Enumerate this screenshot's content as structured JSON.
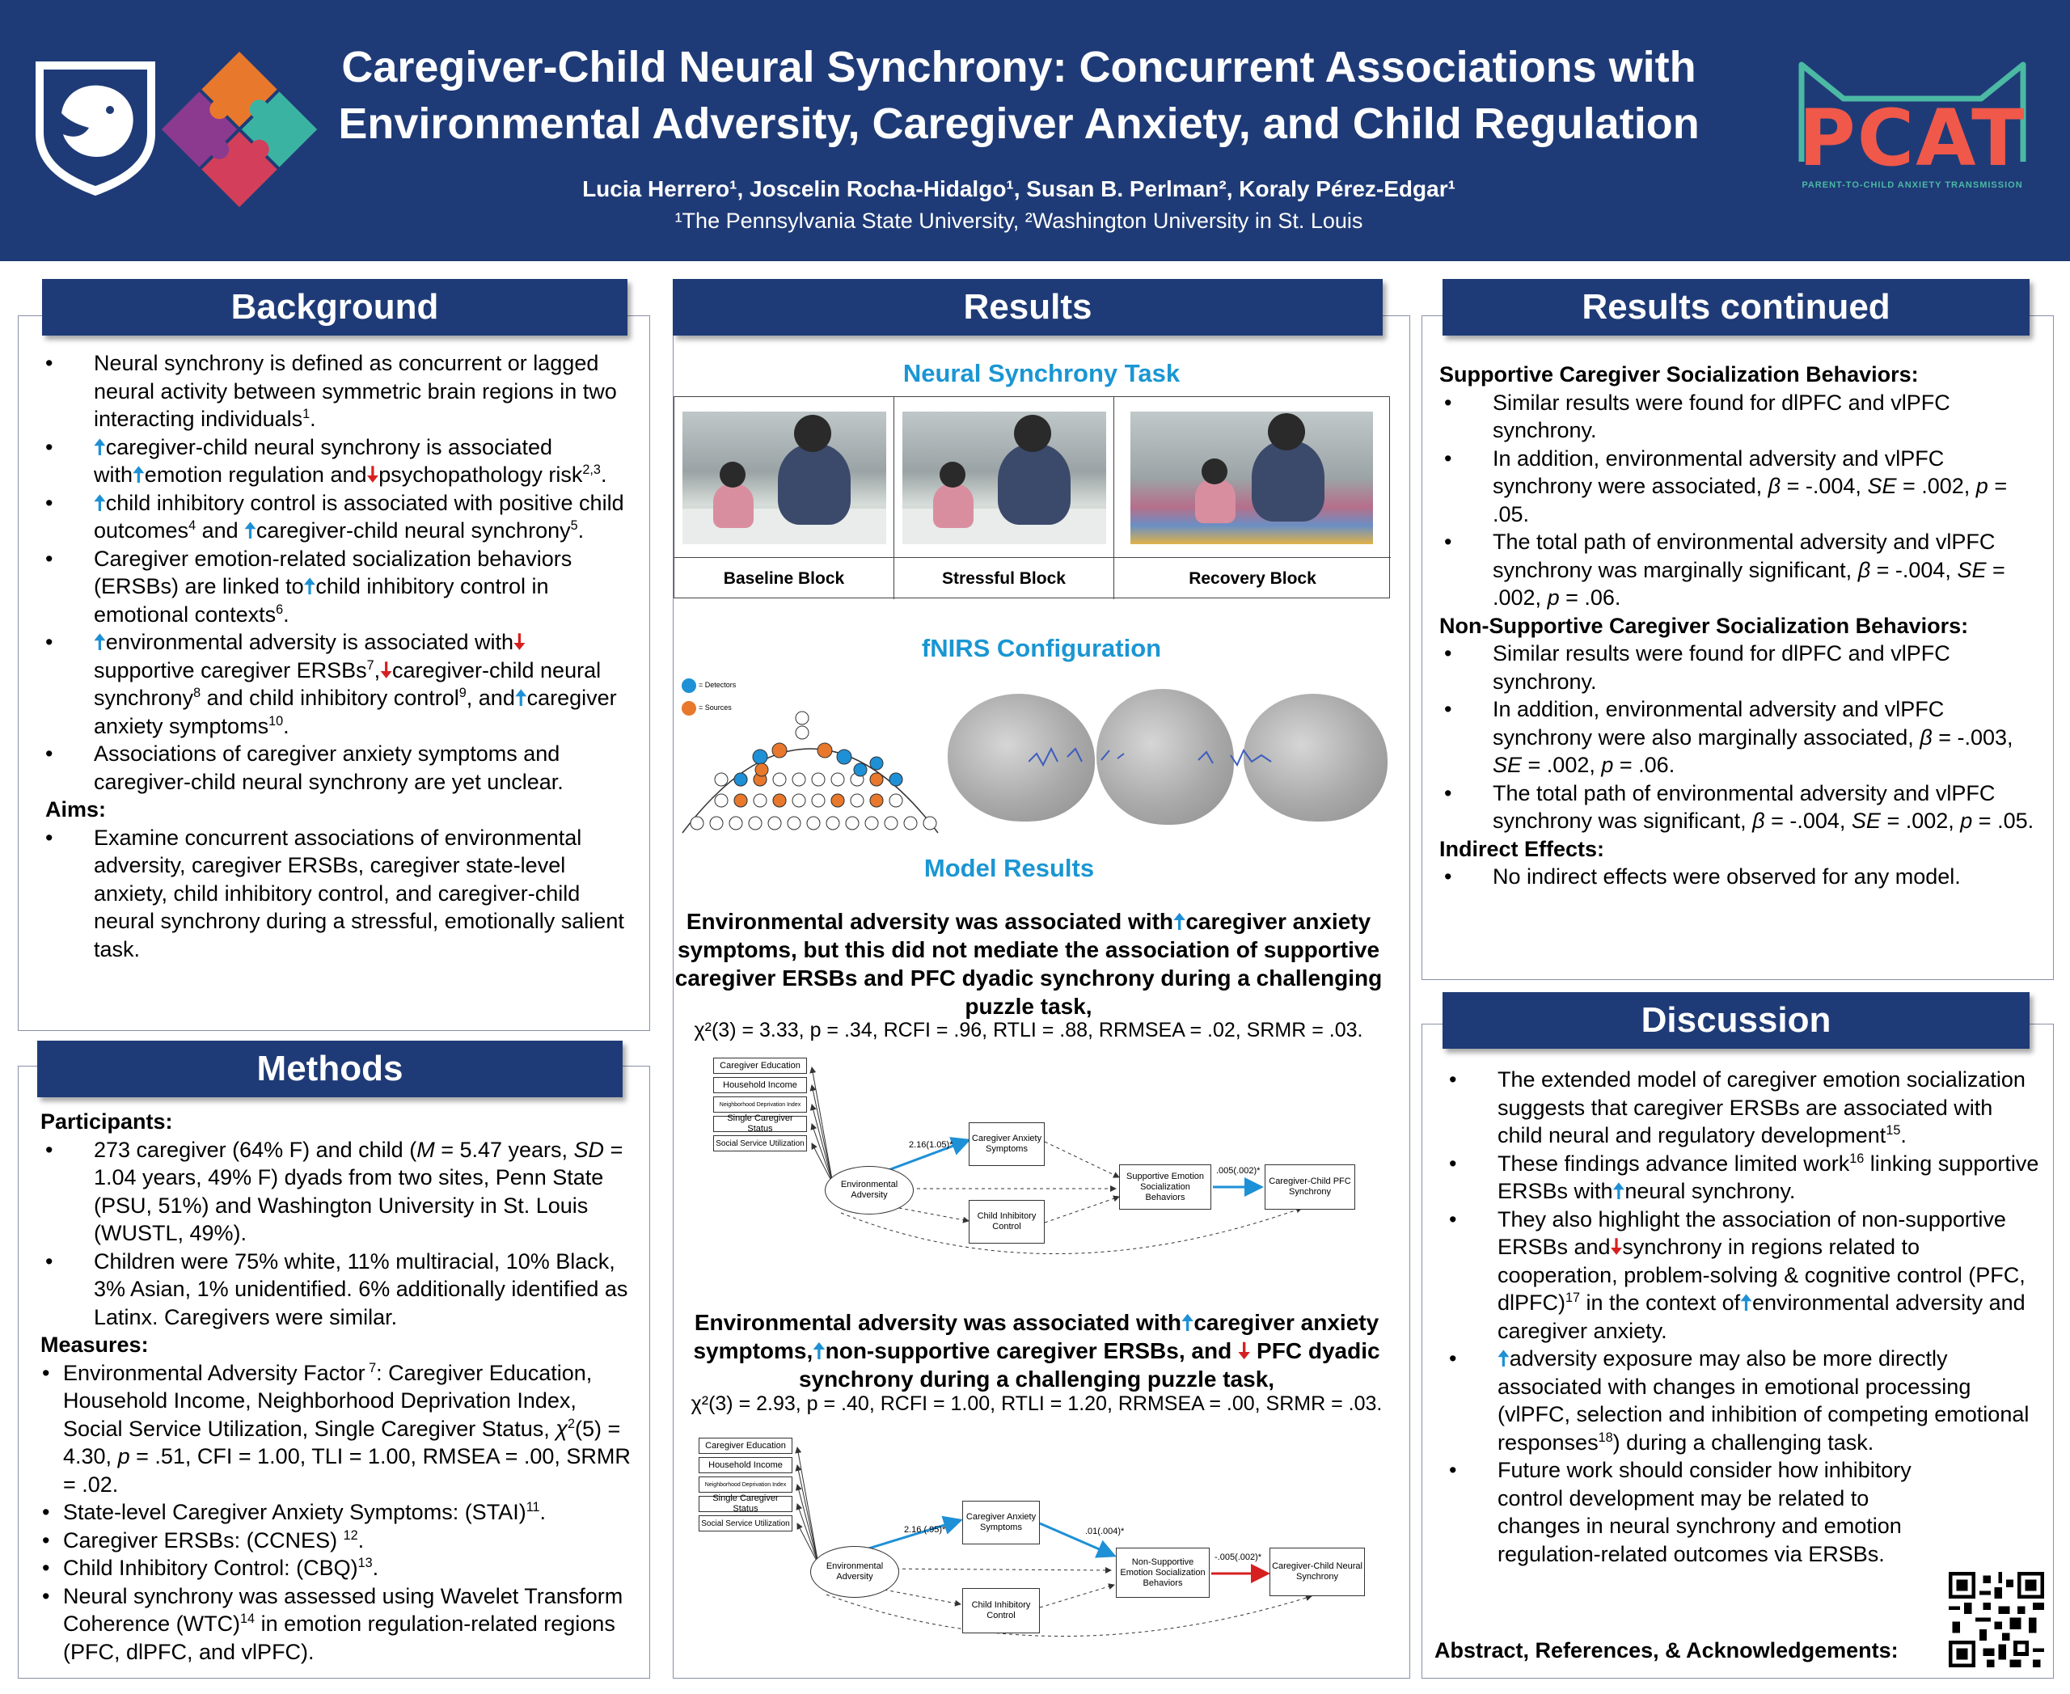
{
  "header": {
    "title_line1": "Caregiver-Child Neural Synchrony: Concurrent Associations with",
    "title_line2": "Environmental Adversity, Caregiver Anxiety, and Child Regulation",
    "authors": "Lucia Herrero¹, Joscelin Rocha-Hidalgo¹, Susan B. Perlman², Koraly Pérez-Edgar¹",
    "affiliations": "¹The Pennsylvania State University, ²Washington University in St. Louis",
    "logo_right_text": "PCAT",
    "logo_right_subtext": "PARENT-TO-CHILD ANXIETY TRANSMISSION"
  },
  "colors": {
    "header_bg": "#1f3b77",
    "accent_blue": "#1a96d3",
    "up_arrow": "#1e90d6",
    "down_arrow": "#d62020"
  },
  "background": {
    "heading": "Background",
    "aims_label": "Aims:"
  },
  "methods": {
    "heading": "Methods",
    "participants_label": "Participants:",
    "measures_label": "Measures:"
  },
  "results": {
    "heading": "Results",
    "task_heading": "Neural Synchrony Task",
    "blocks": [
      "Baseline Block",
      "Stressful Block",
      "Recovery Block"
    ],
    "fnirs_heading": "fNIRS Configuration",
    "legend_detectors": "= Detectors",
    "legend_sources": "= Sources",
    "model_heading": "Model Results",
    "model1_fit": "χ²(3) = 3.33, p = .34, RCFI = .96, RTLI = .88, RRMSEA = .02, SRMR = .03.",
    "model2_fit": "χ²(3) = 2.93, p = .40, RCFI = 1.00, RTLI = 1.20, RRMSEA = .00, SRMR = .03.",
    "diagram": {
      "indicators": [
        "Caregiver Education",
        "Household Income",
        "Neighborhood Deprivation Index",
        "Single Caregiver Status",
        "Social Service Utilization"
      ],
      "env": "Environmental Adversity",
      "anxiety": "Caregiver Anxiety Symptoms",
      "control": "Child Inhibitory Control",
      "m1_ersb": "Supportive Emotion Socialization Behaviors",
      "m2_ersb": "Non-Supportive Emotion Socialization Behaviors",
      "m1_outcome": "Caregiver-Child PFC Synchrony",
      "m2_outcome": "Caregiver-Child Neural Synchrony",
      "m1_path_a": "2.16(1.05)*",
      "m1_path_b": ".005(.002)*",
      "m2_path_a": "2.16 (.95)*",
      "m2_path_c": ".01(.004)*",
      "m2_path_b": "-.005(.002)*"
    }
  },
  "results_continued": {
    "heading": "Results continued",
    "supportive_label": "Supportive Caregiver Socialization Behaviors:",
    "nonsupportive_label": "Non-Supportive Caregiver Socialization Behaviors:",
    "indirect_label": "Indirect Effects:",
    "indirect_text": "No indirect effects were observed for any model."
  },
  "discussion": {
    "heading": "Discussion",
    "footer": "Abstract, References, & Acknowledgements:"
  }
}
